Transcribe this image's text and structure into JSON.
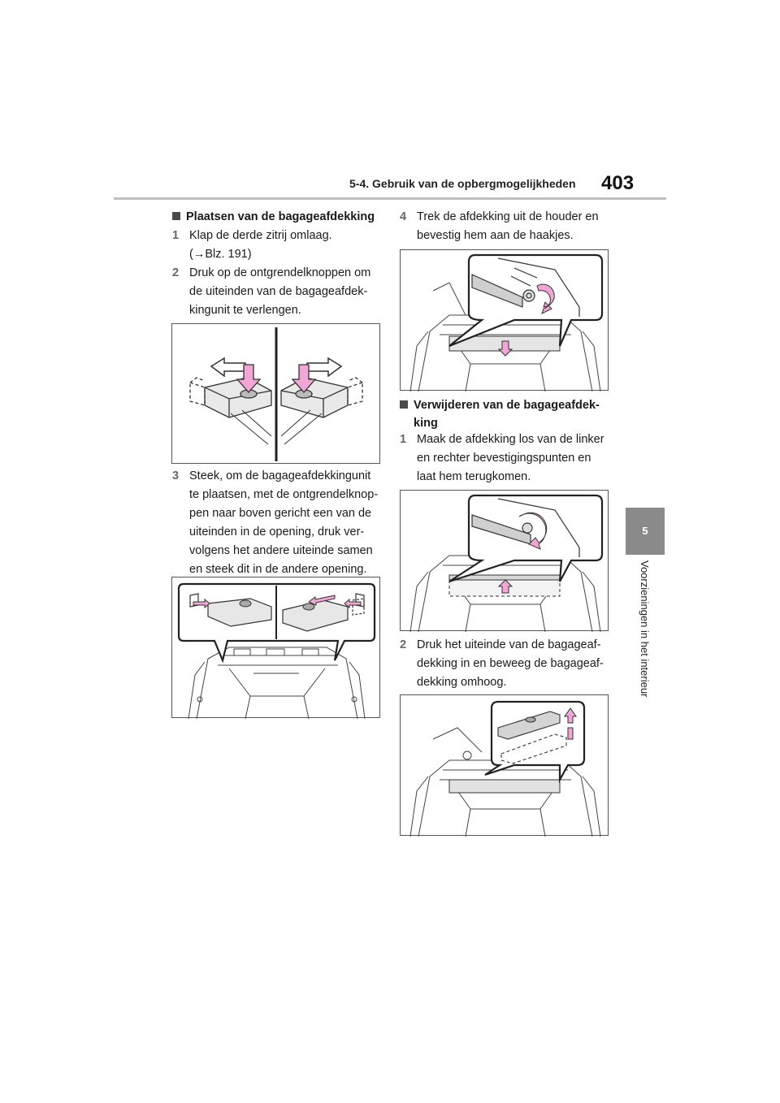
{
  "header": {
    "section_title": "5-4. Gebruik van de opbergmogelijkheden",
    "page_number": "403"
  },
  "side_tab": {
    "chapter_number": "5",
    "chapter_title": "Voorzieningen in het interieur"
  },
  "left_column": {
    "heading": "Plaatsen van de bagageafdekking",
    "steps": [
      {
        "num": "1",
        "lines": [
          "Klap de derde zitrij omlaag.",
          "(→Blz. 191)"
        ]
      },
      {
        "num": "2",
        "lines": [
          "Druk op de ontgrendelknoppen om",
          "de uiteinden van de bagageafdek-",
          "kingunit te verlengen."
        ]
      },
      {
        "num": "3",
        "lines": [
          "Steek, om de bagageafdekkingunit",
          "te plaatsen, met de ontgrendelknop-",
          "pen naar boven gericht een van de",
          "uiteinden in de opening, druk ver-",
          "volgens het andere uiteinde samen",
          "en steek dit in de andere opening."
        ]
      }
    ]
  },
  "right_column": {
    "step4": {
      "num": "4",
      "lines": [
        "Trek de afdekking uit de houder en",
        "bevestig hem aan de haakjes."
      ]
    },
    "heading": [
      "Verwijderen van de bagageafdek-",
      "king"
    ],
    "steps": [
      {
        "num": "1",
        "lines": [
          "Maak de afdekking los van de linker",
          "en rechter bevestigingspunten en",
          "laat hem terugkomen."
        ]
      },
      {
        "num": "2",
        "lines": [
          "Druk het uiteinde van de bagageaf-",
          "dekking in en beweeg de bagageaf-",
          "dekking omhoog."
        ]
      }
    ]
  },
  "colors": {
    "arrow_fill": "#f2a6d6",
    "rule": "#bfbfbf",
    "tab": "#8a8a8a"
  }
}
